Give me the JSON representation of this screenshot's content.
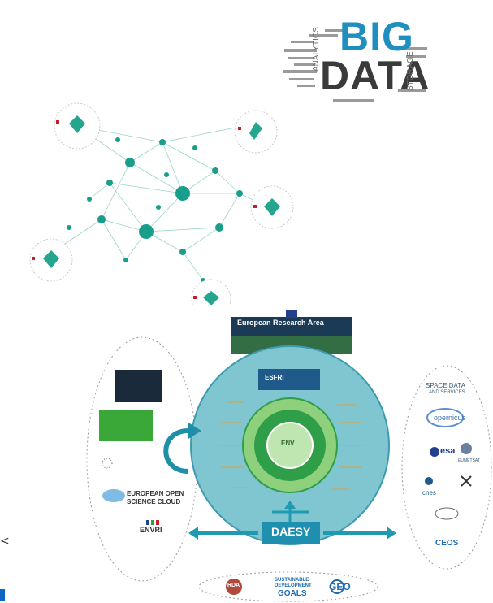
{
  "word_cloud": {
    "big": "BIG",
    "data": "DATA",
    "side_words": [
      "ANALYTICS",
      "STORAGE"
    ]
  },
  "diagram": {
    "era_title": "European Research Area",
    "esfri_label": "ESFRI",
    "env_label": "ENV",
    "daesy_label": "DAESY",
    "left_logos": {
      "eosc_line1": "EUROPEAN OPEN",
      "eosc_line2": "SCIENCE CLOUD",
      "envri": "ENVRI"
    },
    "right_panel": {
      "title_line1": "SPACE DATA",
      "title_line2": "AND SERVICES",
      "copernicus": "opernicus",
      "esa": "esa",
      "eumetsat": "EUMETSAT",
      "cnes": "cnes",
      "ceos": "CEOS"
    },
    "bottom_logos": {
      "rda": "RDA",
      "sdg_line1": "SUSTAINABLE",
      "sdg_line2": "DEVELOPMENT",
      "sdg_line3": "GOALS",
      "geo": "GEO"
    }
  },
  "colors": {
    "teal": "#1f9ab0",
    "teal_dark": "#12728a",
    "teal_light": "#7fc6d1",
    "green": "#2f9e48",
    "green_light": "#8fd07c",
    "network_node": "#1a9e8c",
    "word_grey": "#7a7a7a",
    "blue_accent": "#0b67c6"
  }
}
